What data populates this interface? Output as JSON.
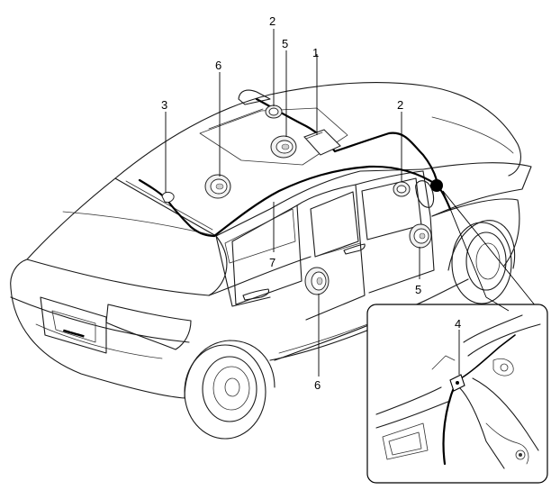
{
  "callouts": {
    "c1": "1",
    "c2a": "2",
    "c2b": "2",
    "c3": "3",
    "c4": "4",
    "c5a": "5",
    "c5b": "5",
    "c6a": "6",
    "c6b": "6",
    "c7": "7"
  }
}
